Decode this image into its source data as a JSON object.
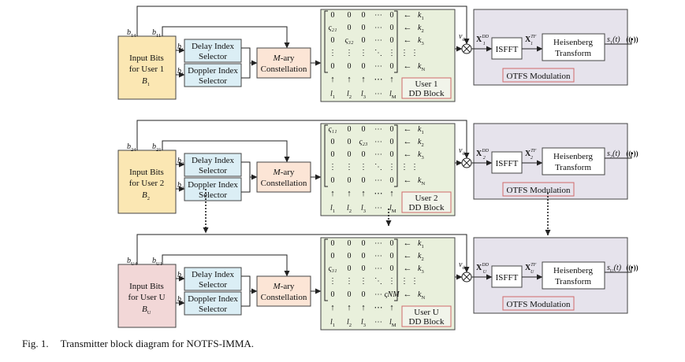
{
  "figure": {
    "caption_label": "Fig. 1.",
    "caption_text": "Transmitter block diagram for NOTFS-IMMA."
  },
  "colors": {
    "user1_input": "#fbe7b3",
    "user2_input": "#fbe7b3",
    "userU_input": "#f2d7d7",
    "index_selector": "#dbeef5",
    "constellation": "#fce5d6",
    "dd_block": "#e9f0dc",
    "otfs_block": "#e6e3ec",
    "label_border": "#d06a6a",
    "line": "#222222"
  },
  "common": {
    "delay_selector": [
      "Delay Index",
      "Selector"
    ],
    "doppler_selector": [
      "Doppler Index",
      "Selector"
    ],
    "constellation": [
      "M",
      "-ary",
      "Constellation"
    ],
    "isfft": "ISFFT",
    "heisenberg": [
      "Heisenberg",
      "Transform"
    ],
    "otfs_label": "OTFS Modulation",
    "vd": "v",
    "vd_sub": "d",
    "col_labels": [
      "l",
      "l",
      "l",
      "⋯",
      "l"
    ],
    "col_subs": [
      "1",
      "2",
      "3",
      "",
      "M"
    ],
    "row_labels": [
      "k",
      "k",
      "k",
      "⋮",
      "k"
    ],
    "row_subs": [
      "1",
      "2",
      "3",
      "",
      "N"
    ],
    "up_arrows": [
      "↑",
      "↑",
      "↑",
      "⋯",
      "↑"
    ],
    "antenna_icon": "antenna-icon",
    "multiplier_icon": "multiplier-circle-icon"
  },
  "users": [
    {
      "input": [
        "Input Bits",
        "for User 1"
      ],
      "B": "B",
      "B_sub": "1",
      "b_labels": [
        {
          "b": "b",
          "s": "14"
        },
        {
          "b": "b",
          "s": "11"
        },
        {
          "b": "b",
          "s": "12"
        },
        {
          "b": "b",
          "s": "13"
        }
      ],
      "matrix": [
        [
          "0",
          "0",
          "0",
          "⋯",
          "0"
        ],
        [
          "ς₂₁",
          "0",
          "0",
          "⋯",
          "0"
        ],
        [
          "0",
          "ς₃₂",
          "0",
          "⋯",
          "0"
        ],
        [
          "⋮",
          "⋮",
          "⋮",
          "⋱",
          "⋮"
        ],
        [
          "0",
          "0",
          "0",
          "⋯",
          "0"
        ]
      ],
      "dd_label": [
        "User 1",
        "DD Block"
      ],
      "x_dd": {
        "base": "X",
        "sub": "1",
        "sup": "DD"
      },
      "x_tf": {
        "base": "X",
        "sub": "1",
        "sup": "TF"
      },
      "signal": {
        "base": "s",
        "sub": "1",
        "arg": "(t)"
      }
    },
    {
      "input": [
        "Input Bits",
        "for User 2"
      ],
      "B": "B",
      "B_sub": "2",
      "b_labels": [
        {
          "b": "b",
          "s": "24"
        },
        {
          "b": "b",
          "s": "21"
        },
        {
          "b": "b",
          "s": "22"
        },
        {
          "b": "b",
          "s": "23"
        }
      ],
      "matrix": [
        [
          "ς₁₁",
          "0",
          "0",
          "⋯",
          "0"
        ],
        [
          "0",
          "0",
          "ς₂₃",
          "⋯",
          "0"
        ],
        [
          "0",
          "0",
          "0",
          "⋯",
          "0"
        ],
        [
          "⋮",
          "⋮",
          "⋮",
          "⋱",
          "⋮"
        ],
        [
          "0",
          "0",
          "0",
          "⋯",
          "0"
        ]
      ],
      "dd_label": [
        "User 2",
        "DD Block"
      ],
      "x_dd": {
        "base": "X",
        "sub": "2",
        "sup": "DD"
      },
      "x_tf": {
        "base": "X",
        "sub": "2",
        "sup": "TF"
      },
      "signal": {
        "base": "s",
        "sub": "2",
        "arg": "(t)"
      }
    },
    {
      "input": [
        "Input Bits",
        "for User U"
      ],
      "B": "B",
      "B_sub": "U",
      "b_labels": [
        {
          "b": "b",
          "s": "U4"
        },
        {
          "b": "b",
          "s": "U1"
        },
        {
          "b": "b",
          "s": "U2"
        },
        {
          "b": "b",
          "s": "U3"
        }
      ],
      "matrix": [
        [
          "0",
          "0",
          "0",
          "⋯",
          "0"
        ],
        [
          "0",
          "0",
          "0",
          "⋯",
          "0"
        ],
        [
          "ς₃₁",
          "0",
          "0",
          "⋯",
          "0"
        ],
        [
          "⋮",
          "⋮",
          "⋮",
          "⋱",
          "⋮"
        ],
        [
          "0",
          "0",
          "0",
          "⋯",
          "ςNM"
        ]
      ],
      "dd_label": [
        "User U",
        "DD Block"
      ],
      "x_dd": {
        "base": "X",
        "sub": "U",
        "sup": "DD"
      },
      "x_tf": {
        "base": "X",
        "sub": "U",
        "sup": "TF"
      },
      "signal": {
        "base": "s",
        "sub": "U",
        "arg": "(t)"
      }
    }
  ]
}
